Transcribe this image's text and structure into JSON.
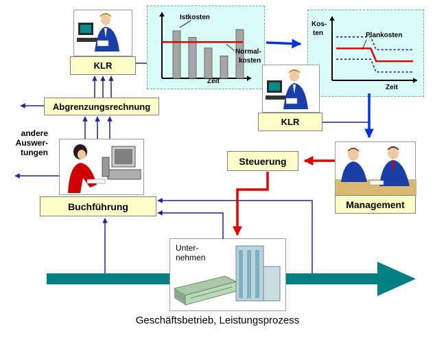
{
  "chart_left": {
    "type": "bar",
    "series": [
      {
        "name": "Istkosten",
        "values": [
          72,
          62,
          46,
          34,
          74
        ]
      },
      {
        "name": "Normalkosten",
        "values": [
          55,
          55,
          55,
          55,
          55
        ]
      }
    ],
    "label_ist": "Istkosten",
    "label_normal_1": "Normal-",
    "label_normal_2": "kosten",
    "xlabel": "Zeit",
    "ylim": [
      0,
      100
    ],
    "colors": {
      "bars": "#a6a6a6",
      "normal_line": "#e00000"
    }
  },
  "chart_right": {
    "type": "line",
    "ylabel_1": "Kos-",
    "ylabel_2": "ten",
    "label_plan": "Plankosten",
    "xlabel": "Zeit",
    "plan_line": [
      [
        0,
        50
      ],
      [
        45,
        50
      ],
      [
        52,
        30
      ],
      [
        100,
        30
      ]
    ],
    "upper_band": [
      [
        0,
        68
      ],
      [
        45,
        68
      ],
      [
        52,
        48
      ],
      [
        100,
        48
      ]
    ],
    "lower_band": [
      [
        0,
        33
      ],
      [
        45,
        33
      ],
      [
        52,
        13
      ],
      [
        100,
        13
      ]
    ],
    "colors": {
      "plan_line": "#e00000",
      "band": "#0000cc"
    }
  },
  "labels": {
    "klr_1": "KLR",
    "klr_2": "KLR",
    "abgrenzung": "Abgrenzungsrechnung",
    "buchfuehrung": "Buchführung",
    "steuerung": "Steuerung",
    "management": "Management",
    "other_1": "andere",
    "other_2": "Auswer-",
    "other_3": "tungen",
    "company_1": "Unter-",
    "company_2": "nehmen",
    "caption": "Geschäftsbetrieb, Leistungsprozess"
  },
  "colors": {
    "flow_arrow": "#008080",
    "connector": "#2020a0",
    "accent_arrow": "#e00000",
    "blue_arrow": "#0033dd",
    "label_bg": "#ffffc8",
    "panel_bg": "#d9fbf7"
  },
  "icons": {
    "klr_person": "person-at-computer-icon",
    "accountant": "woman-at-computer-icon",
    "management": "meeting-people-icon",
    "company": "office-building-icon"
  }
}
